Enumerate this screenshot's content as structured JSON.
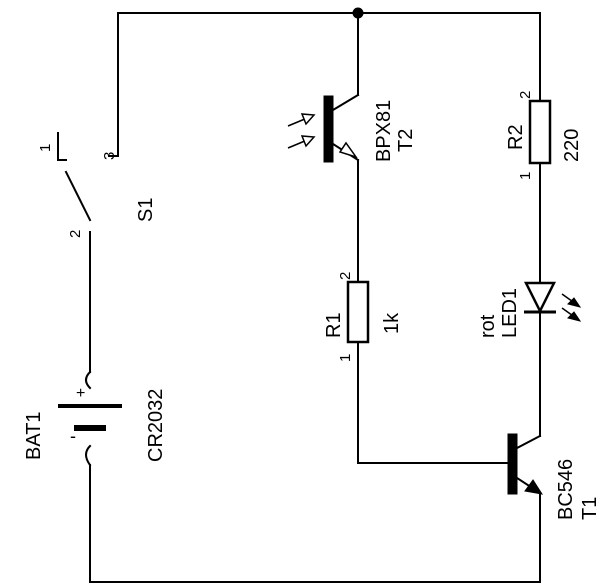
{
  "components": {
    "switch": {
      "ref": "S1",
      "pins": [
        "1",
        "2",
        "3"
      ]
    },
    "battery": {
      "ref": "BAT1",
      "value": "CR2032",
      "plus": "+",
      "minus": "-"
    },
    "phototransistor": {
      "value": "BPX81",
      "ref": "T2"
    },
    "r1": {
      "ref": "R1",
      "value": "1k",
      "pin_a": "2",
      "pin_b": "1"
    },
    "r2": {
      "ref": "R2",
      "value": "220",
      "pin_a": "2",
      "pin_b": "1"
    },
    "led": {
      "color": "rot",
      "ref": "LED1"
    },
    "transistor": {
      "value": "BC546",
      "ref": "T1"
    }
  }
}
